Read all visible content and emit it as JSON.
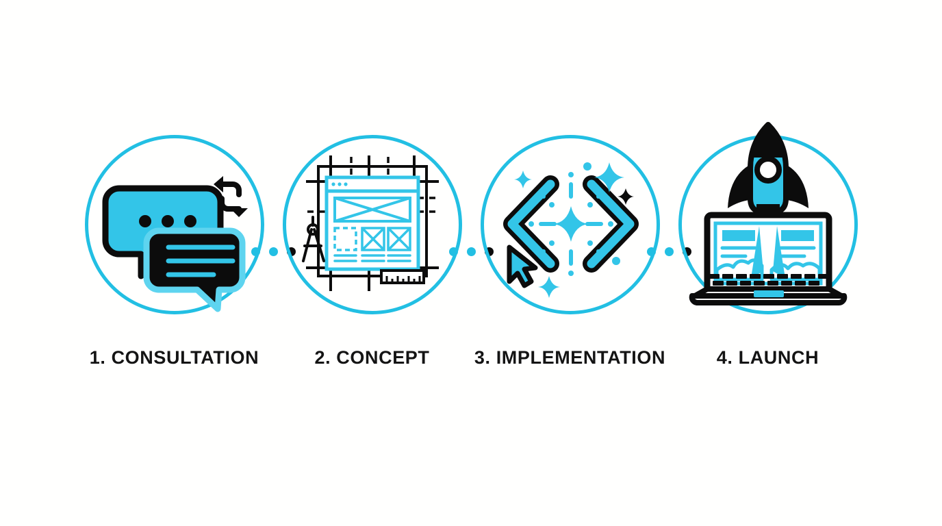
{
  "theme": {
    "accent": "#22bfe3",
    "accent_light": "#5ed4ef",
    "dark": "#0c0c0c",
    "label_color": "#141414",
    "background": "#ffffff"
  },
  "steps": [
    {
      "number": "1.",
      "title": "CONSULTATION",
      "label": "1. CONSULTATION",
      "icon": "chat-bubbles-icon",
      "icon_description": "Two overlapping speech bubbles with exchange arrows"
    },
    {
      "number": "2.",
      "title": "CONCEPT",
      "label": "2. CONCEPT",
      "icon": "wireframe-blueprint-icon",
      "icon_description": "Website wireframe blueprint with compass and ruler"
    },
    {
      "number": "3.",
      "title": "IMPLEMENTATION",
      "label": "3. IMPLEMENTATION",
      "icon": "code-brackets-icon",
      "icon_description": "Angle brackets with sparkles and cursor arrow"
    },
    {
      "number": "4.",
      "title": "LAUNCH",
      "label": "4. LAUNCH",
      "icon": "rocket-laptop-icon",
      "icon_description": "Rocket launching from a laptop screen"
    }
  ],
  "connectors": [
    {
      "dots": [
        "cyan",
        "cyan",
        "dark"
      ]
    },
    {
      "dots": [
        "cyan",
        "cyan",
        "dark"
      ]
    },
    {
      "dots": [
        "cyan",
        "cyan",
        "dark"
      ]
    }
  ]
}
